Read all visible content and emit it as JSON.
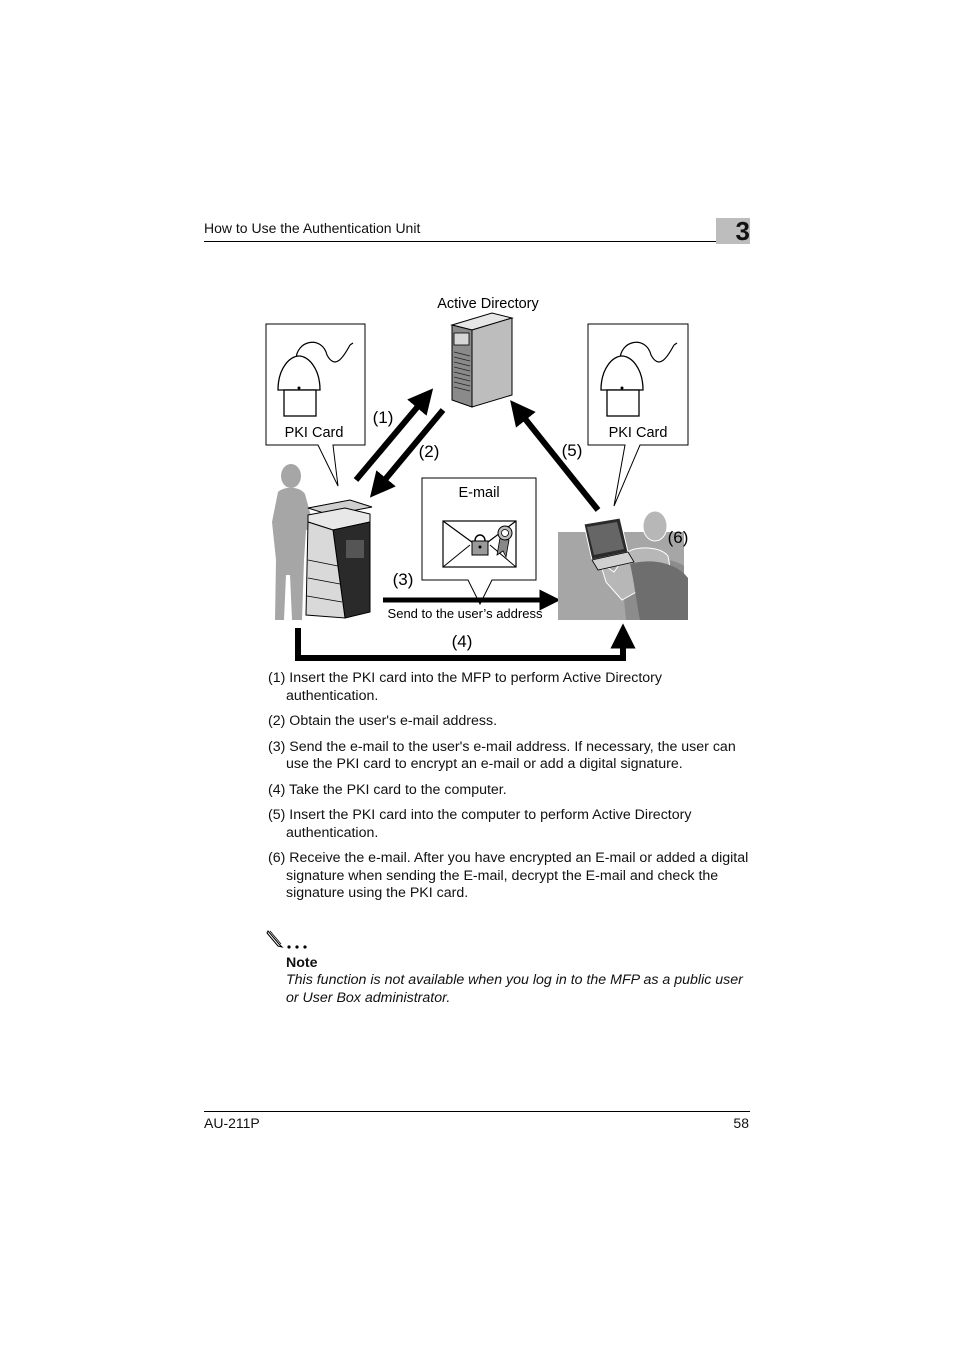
{
  "header": {
    "title": "How to Use the Authentication Unit",
    "chapter": "3"
  },
  "diagram": {
    "server_label": "Active Directory",
    "left_card_label": "PKI Card",
    "right_card_label": "PKI Card",
    "email_label": "E-mail",
    "send_label": "Send to the user’s address",
    "num1": "(1)",
    "num2": "(2)",
    "num3": "(3)",
    "num4": "(4)",
    "num5": "(5)",
    "num6": "(6)"
  },
  "steps": [
    {
      "num": "(1)",
      "text": "Insert the PKI card into the MFP to perform Active Directory authentication."
    },
    {
      "num": "(2)",
      "text": "Obtain the user's e-mail address."
    },
    {
      "num": "(3)",
      "text": "Send the e-mail to the user's e-mail address. If necessary, the user can use the PKI card to encrypt an e-mail or add a digital signature."
    },
    {
      "num": "(4)",
      "text": "Take the PKI card to the computer."
    },
    {
      "num": "(5)",
      "text": "Insert the PKI card into the computer to perform Active Directory authentication."
    },
    {
      "num": "(6)",
      "text": "Receive the e-mail. After you have encrypted an E-mail or added a digital signature when sending the E-mail, decrypt the E-mail and check the signature using the PKI card."
    }
  ],
  "note": {
    "heading": "Note",
    "body": "This function is not available when you log in to the MFP as a public user or User Box administrator."
  },
  "footer": {
    "model": "AU-211P",
    "page": "58"
  },
  "icons": [
    "pencil-note-icon",
    "padlock-icon",
    "seal-icon",
    "envelope-icon",
    "card-reader-icon",
    "server-icon",
    "mfp-icon",
    "laptop-icon",
    "person-icon"
  ]
}
